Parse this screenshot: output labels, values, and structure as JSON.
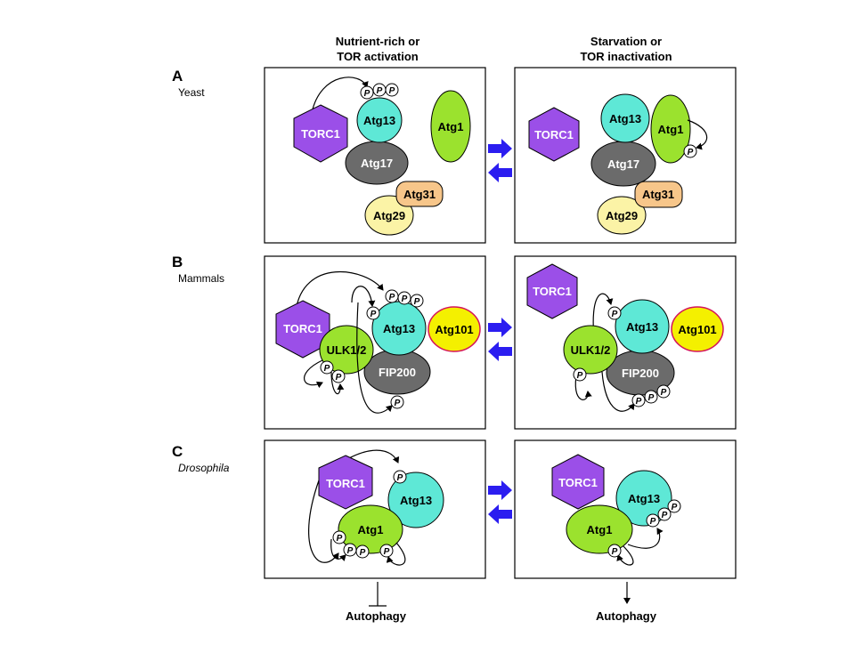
{
  "headers": {
    "left": [
      "Nutrient-rich or",
      "TOR activation"
    ],
    "right": [
      "Starvation or",
      "TOR inactivation"
    ]
  },
  "panels": {
    "a": {
      "letter": "A",
      "organism": "Yeast"
    },
    "b": {
      "letter": "B",
      "organism": "Mammals"
    },
    "c": {
      "letter": "C",
      "organism": "Drosophila"
    }
  },
  "proteins": {
    "torc1": "TORC1",
    "atg13": "Atg13",
    "atg1": "Atg1",
    "atg17": "Atg17",
    "atg31": "Atg31",
    "atg29": "Atg29",
    "ulk": "ULK1/2",
    "fip200": "FIP200",
    "atg101": "Atg101"
  },
  "phospho_label": "P",
  "outcome": {
    "left": "Autophagy",
    "right": "Autophagy"
  },
  "colors": {
    "torc1": "#9b4fe8",
    "atg13": "#5ee8d6",
    "atg1": "#9be22e",
    "atg17": "#6b6b6b",
    "atg31": "#f7c68a",
    "atg29": "#fbf3a6",
    "atg101": "#f4f000",
    "atg101_border": "#d4145a",
    "transition_arrow": "#2b1df0"
  }
}
